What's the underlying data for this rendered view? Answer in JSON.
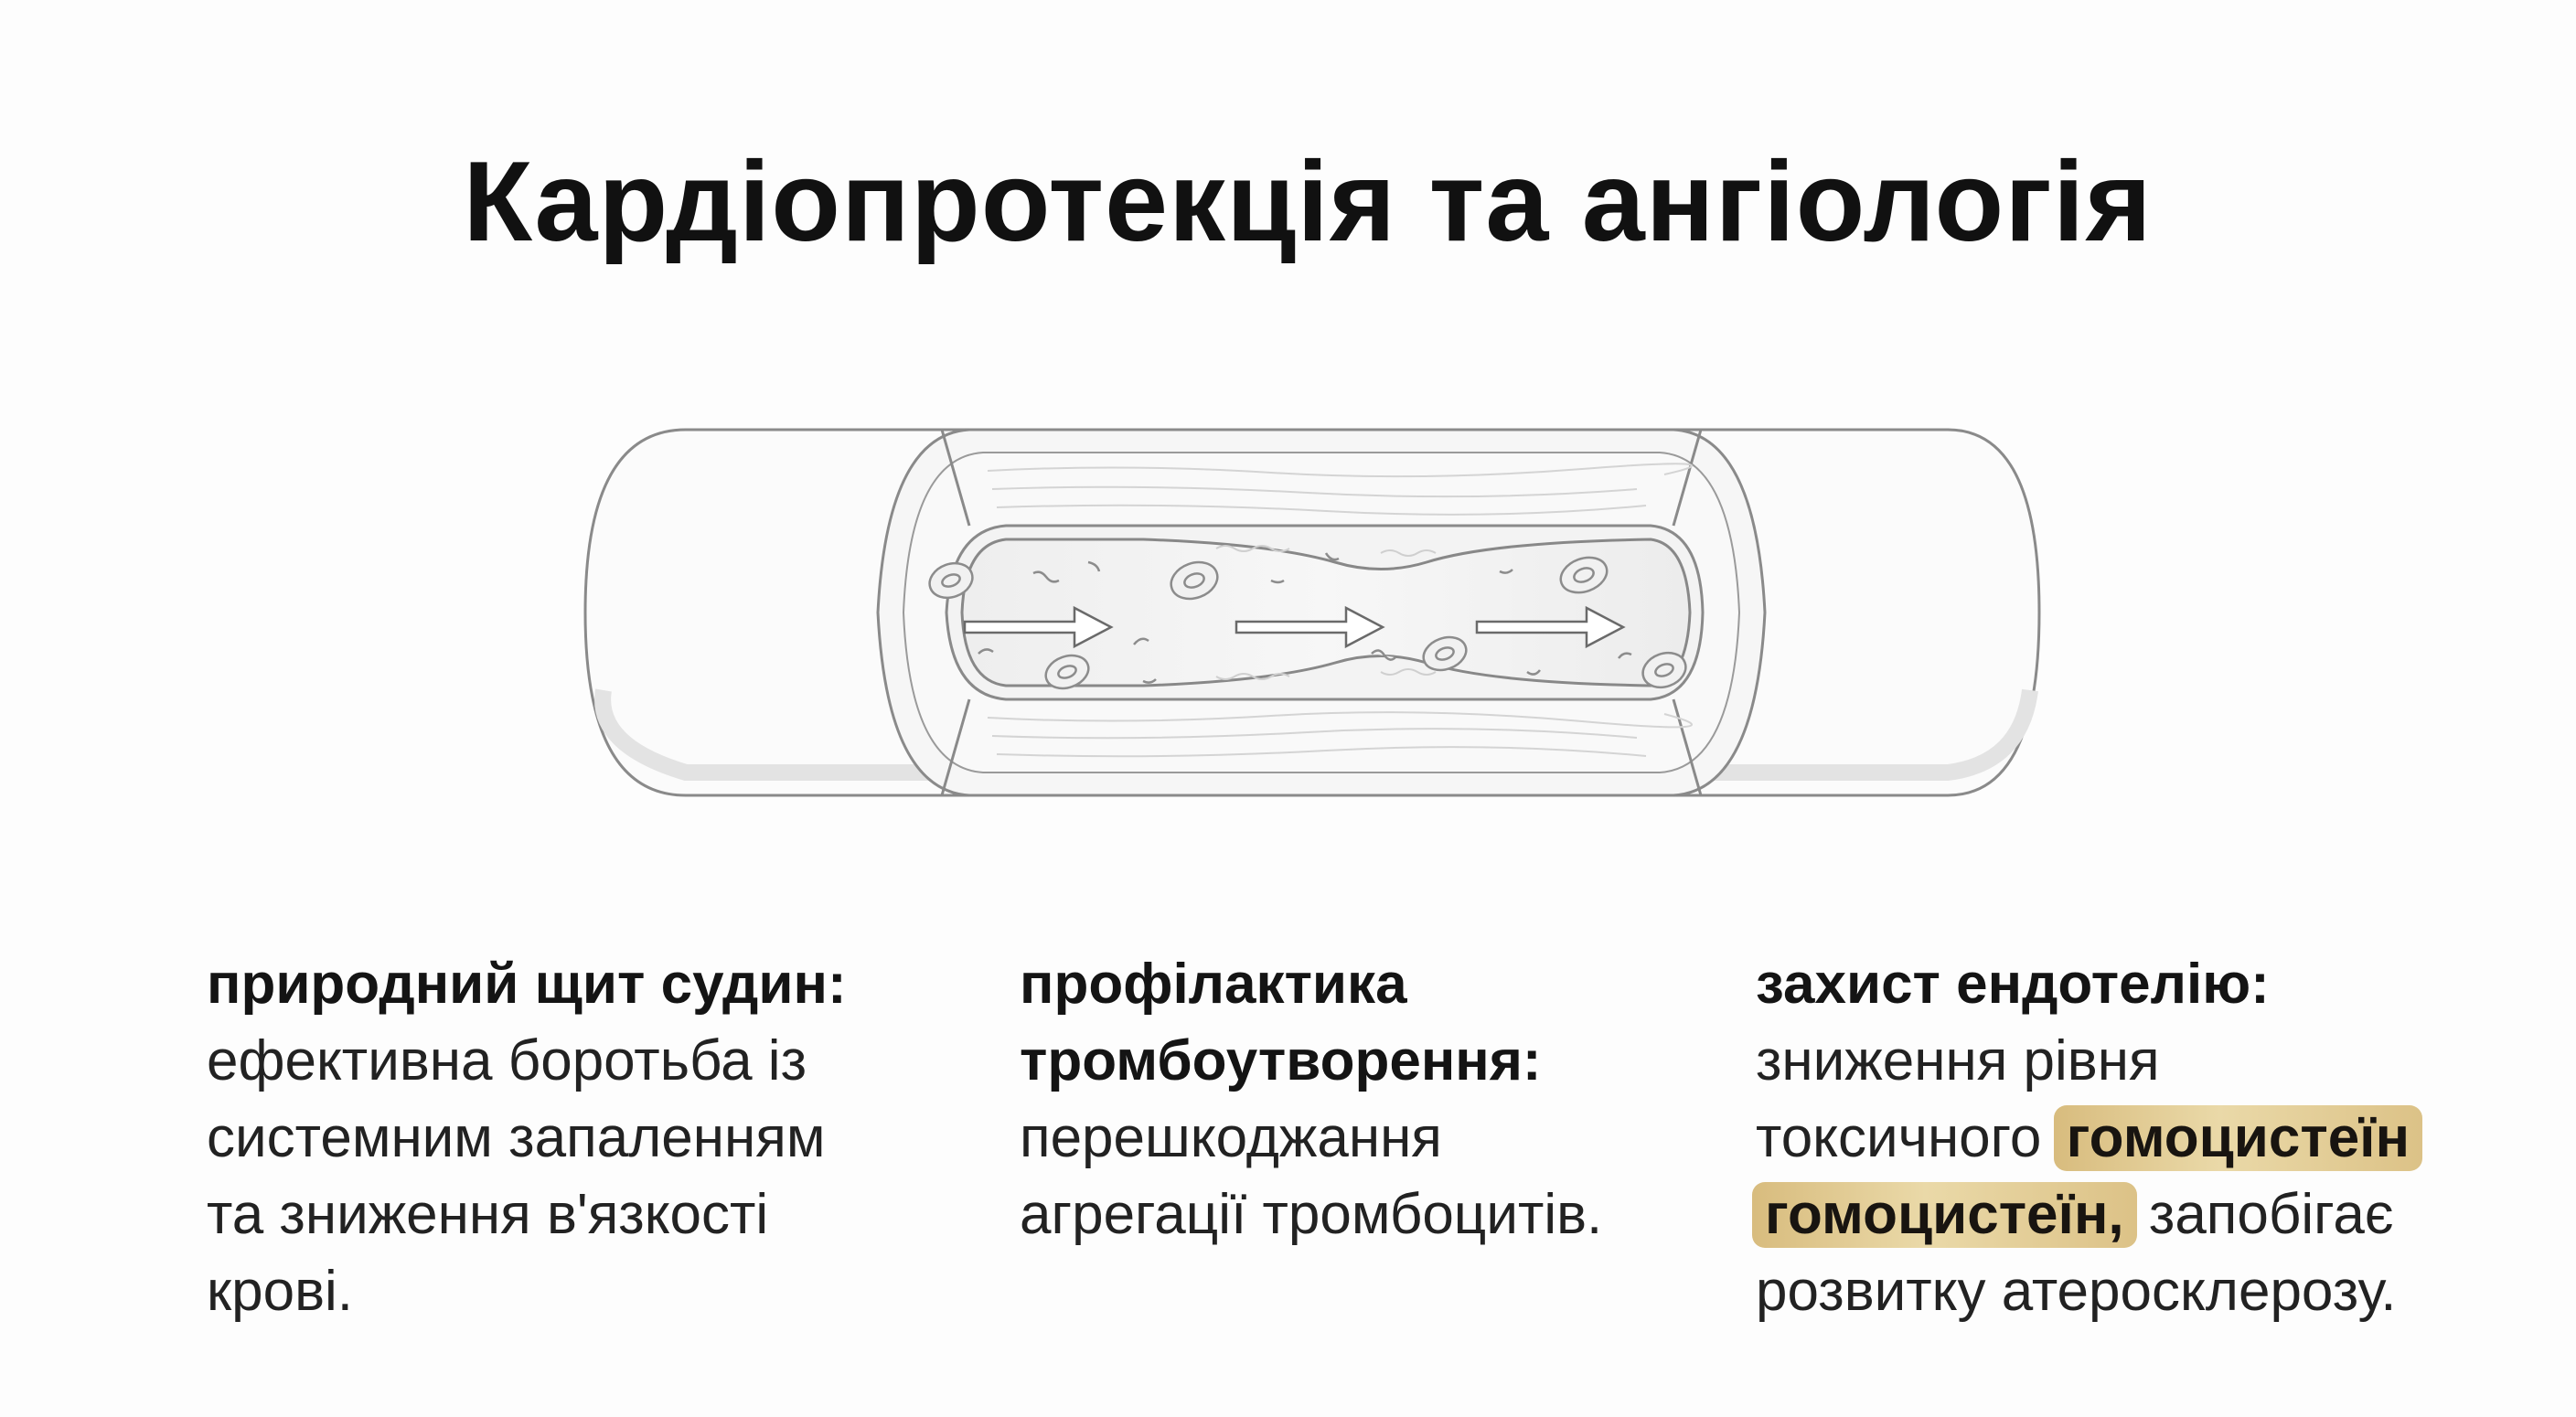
{
  "title": "Кардіопротекція та ангіологія",
  "colors": {
    "highlight": "#e2c98f",
    "line": "#8f8f8f",
    "text": "#161616"
  },
  "columns": [
    {
      "heading": "природний щит судин:",
      "body_lines": [
        "ефективна боротьба із",
        "системним запаленням",
        "та зниження в'язкості",
        "крові."
      ]
    },
    {
      "heading_lines": [
        "профілактика",
        "тромбоутворення:"
      ],
      "body_lines": [
        "перешкоджання",
        "агрегації тромбоцитів."
      ]
    },
    {
      "heading": "захист ендотелію:",
      "line1": "зниження рівня",
      "line2_text": "токсичного",
      "line2_highlight": "гомоцистеїн",
      "line3_highlight": "гомоцистеїн,",
      "line3_text": "запобігає",
      "line4": "розвитку атеросклерозу."
    }
  ]
}
